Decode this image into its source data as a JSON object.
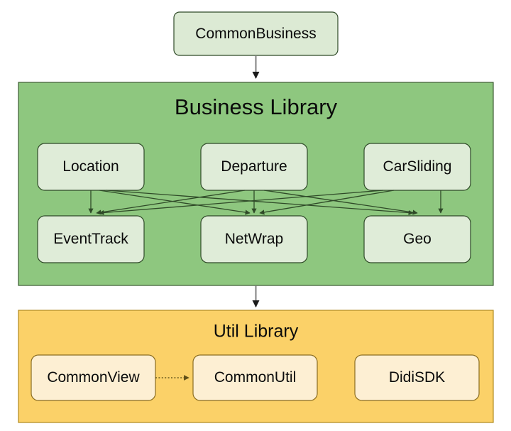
{
  "diagram": {
    "title": "Mobile App Module Architecture",
    "background_color": "#ffffff",
    "top_node": {
      "label": "CommonBusiness",
      "fill": "#dcead4",
      "stroke": "#2f4a28"
    },
    "groups": [
      {
        "id": "business-library",
        "title": "Business Library",
        "fill": "#8ec77f",
        "stroke": "#3d5c33",
        "node_fill": "#dfecd8",
        "node_stroke": "#2f4a28",
        "rows": [
          {
            "nodes": [
              {
                "id": "location",
                "label": "Location"
              },
              {
                "id": "departure",
                "label": "Departure"
              },
              {
                "id": "carsliding",
                "label": "CarSliding"
              }
            ]
          },
          {
            "nodes": [
              {
                "id": "eventtrack",
                "label": "EventTrack"
              },
              {
                "id": "netwrap",
                "label": "NetWrap"
              },
              {
                "id": "geo",
                "label": "Geo"
              }
            ]
          }
        ]
      },
      {
        "id": "util-library",
        "title": "Util Library",
        "fill": "#fbd168",
        "stroke": "#b08a1e",
        "node_fill": "#fdefd3",
        "node_stroke": "#8a6d22",
        "rows": [
          {
            "nodes": [
              {
                "id": "commonview",
                "label": "CommonView"
              },
              {
                "id": "commonutil",
                "label": "CommonUtil"
              },
              {
                "id": "didisdk",
                "label": "DidiSDK"
              }
            ]
          }
        ]
      }
    ],
    "edges": [
      {
        "id": "edge-commonbusiness-to-business-library",
        "from": "CommonBusiness",
        "to": "Business Library",
        "style": "solid",
        "color": "#808080",
        "arrow": true
      },
      {
        "id": "edge-business-library-to-util-library",
        "from": "Business Library",
        "to": "Util Library",
        "style": "solid",
        "color": "#808080",
        "arrow": true
      },
      {
        "id": "edge-location-eventtrack",
        "from": "Location",
        "to": "EventTrack",
        "style": "solid",
        "color": "#2f4a28",
        "arrow": true
      },
      {
        "id": "edge-location-netwrap",
        "from": "Location",
        "to": "NetWrap",
        "style": "solid",
        "color": "#2f4a28",
        "arrow": true
      },
      {
        "id": "edge-location-geo",
        "from": "Location",
        "to": "Geo",
        "style": "solid",
        "color": "#2f4a28",
        "arrow": true
      },
      {
        "id": "edge-departure-eventtrack",
        "from": "Departure",
        "to": "EventTrack",
        "style": "solid",
        "color": "#2f4a28",
        "arrow": true
      },
      {
        "id": "edge-departure-netwrap",
        "from": "Departure",
        "to": "NetWrap",
        "style": "solid",
        "color": "#2f4a28",
        "arrow": true
      },
      {
        "id": "edge-departure-geo",
        "from": "Departure",
        "to": "Geo",
        "style": "solid",
        "color": "#2f4a28",
        "arrow": true
      },
      {
        "id": "edge-carsliding-eventtrack",
        "from": "CarSliding",
        "to": "EventTrack",
        "style": "solid",
        "color": "#2f4a28",
        "arrow": true
      },
      {
        "id": "edge-carsliding-netwrap",
        "from": "CarSliding",
        "to": "NetWrap",
        "style": "solid",
        "color": "#2f4a28",
        "arrow": true
      },
      {
        "id": "edge-carsliding-geo",
        "from": "CarSliding",
        "to": "Geo",
        "style": "solid",
        "color": "#2f4a28",
        "arrow": true
      },
      {
        "id": "edge-commonview-commonutil",
        "from": "CommonView",
        "to": "CommonUtil",
        "style": "dotted",
        "color": "#6b5a1e",
        "arrow": true
      }
    ]
  }
}
